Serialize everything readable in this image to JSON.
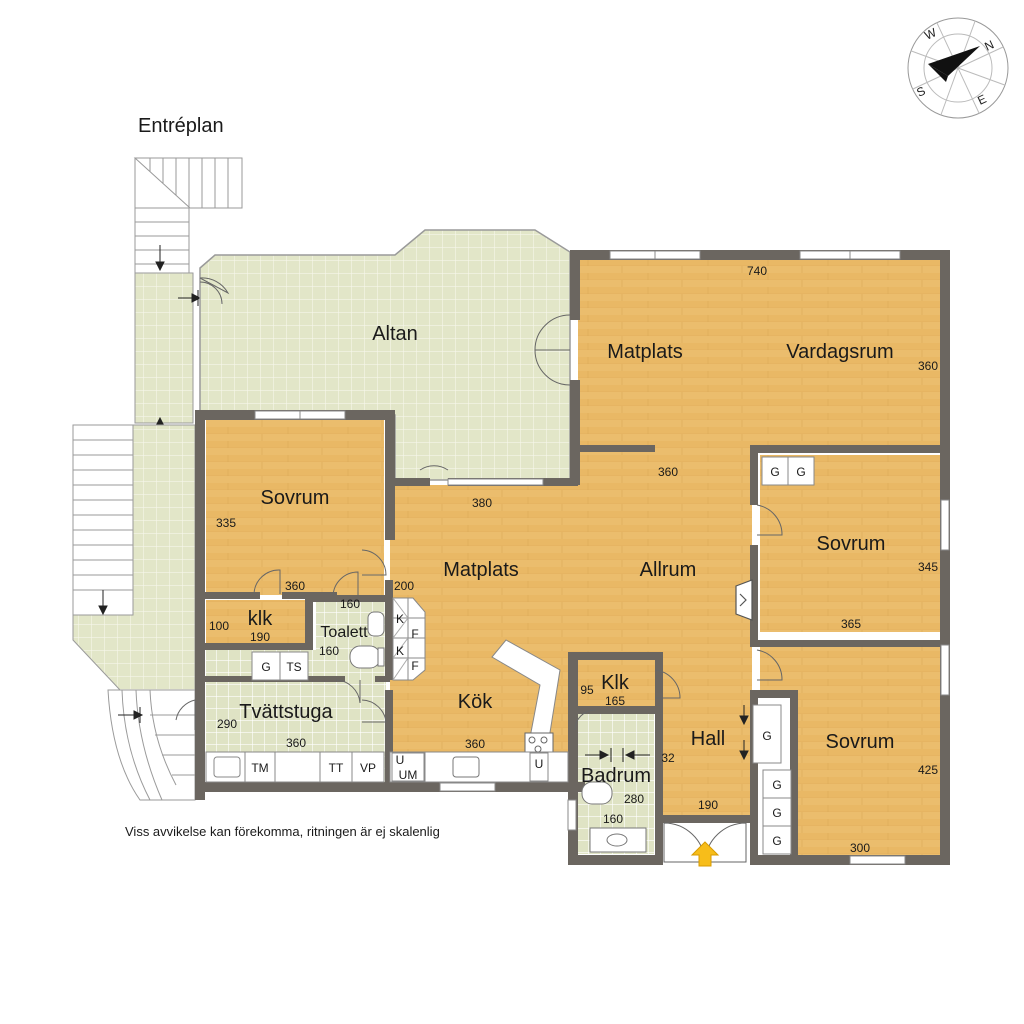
{
  "title": "Entréplan",
  "disclaimer": "Viss avvikelse kan förekomma, ritningen är ej skalenlig",
  "compass": {
    "n": "N",
    "e": "E",
    "s": "S",
    "w": "W"
  },
  "rooms": {
    "altan": "Altan",
    "matplats_top": "Matplats",
    "vardagsrum": "Vardagsrum",
    "sovrum_left": "Sovrum",
    "matplats_mid": "Matplats",
    "allrum": "Allrum",
    "sovrum_right_top": "Sovrum",
    "sovrum_right_bottom": "Sovrum",
    "klk_left": "klk",
    "toalett": "Toalett",
    "tvattstuga": "Tvättstuga",
    "kok": "Kök",
    "klk_right": "Klk",
    "hall": "Hall",
    "badrum": "Badrum"
  },
  "dims": {
    "d740": "740",
    "d360_vardag": "360",
    "d360_allrum": "360",
    "d380": "380",
    "d335": "335",
    "d360_sovrum": "360",
    "d200": "200",
    "d160_toalett_top": "160",
    "d160_toalett_side": "160",
    "d100": "100",
    "d190_klk": "190",
    "d290": "290",
    "d360_tvatt": "360",
    "d360_kok": "360",
    "d95": "95",
    "d165": "165",
    "d32": "32",
    "d280": "280",
    "d160_badrum": "160",
    "d190_hall": "190",
    "d345": "345",
    "d365": "365",
    "d425": "425",
    "d300": "300"
  },
  "fixtures": {
    "k1": "K",
    "f1": "F",
    "k2": "K",
    "f2": "F",
    "g_tvatt": "G",
    "ts": "TS",
    "tm": "TM",
    "tt": "TT",
    "vp": "VP",
    "u1": "U",
    "um": "UM",
    "u2": "U",
    "g_top1": "G",
    "g_top2": "G",
    "g_hall": "G",
    "g_bot1": "G",
    "g_bot2": "G",
    "g_bot3": "G"
  }
}
